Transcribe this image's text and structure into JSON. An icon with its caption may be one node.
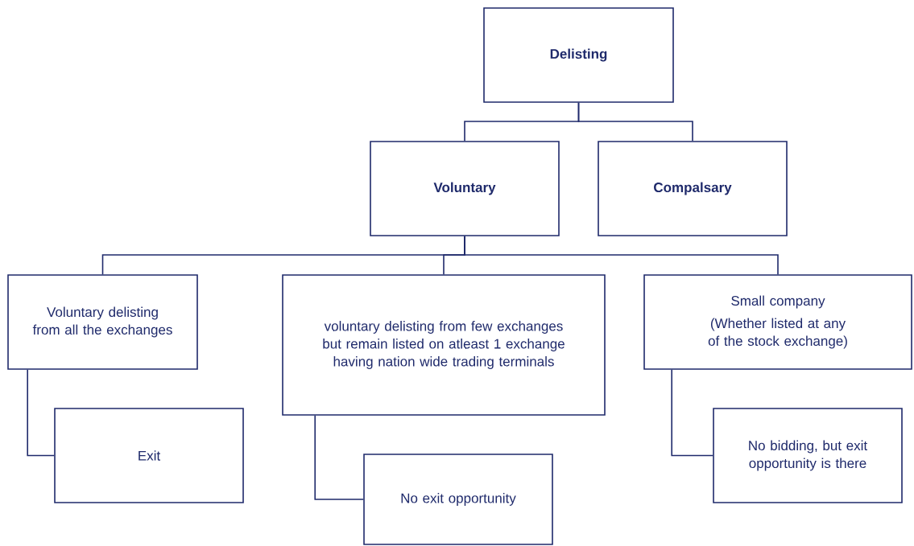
{
  "diagram": {
    "nodes": [
      {
        "text": [
          "Delisting"
        ]
      },
      {
        "text": [
          "Voluntary"
        ]
      },
      {
        "text": [
          "Compalsary"
        ]
      },
      {
        "text": [
          "Voluntary delisting from all the exchanges"
        ]
      },
      {
        "text": [
          "voluntary delisting from few exchanges but remain listed on atleast 1 exchange having nation wide trading terminals"
        ]
      },
      {
        "text": [
          "Small company",
          "(Whether listed at any of the stock exchange)"
        ]
      },
      {
        "text": [
          "Exit"
        ]
      },
      {
        "text": [
          "No exit opportunity"
        ]
      },
      {
        "text": [
          "No bidding, but exit opportunity is there"
        ]
      }
    ],
    "edges": [
      {
        "from": 0,
        "to": 1,
        "arrow": "none"
      },
      {
        "from": 0,
        "to": 2,
        "arrow": "none"
      },
      {
        "from": 1,
        "to": 3,
        "arrow": "none"
      },
      {
        "from": 1,
        "to": 4,
        "arrow": "none"
      },
      {
        "from": 1,
        "to": 5,
        "arrow": "none"
      },
      {
        "from": 3,
        "to": 6,
        "arrow": "none"
      },
      {
        "from": 4,
        "to": 7,
        "arrow": "none"
      },
      {
        "from": 5,
        "to": 8,
        "arrow": "none"
      }
    ]
  }
}
